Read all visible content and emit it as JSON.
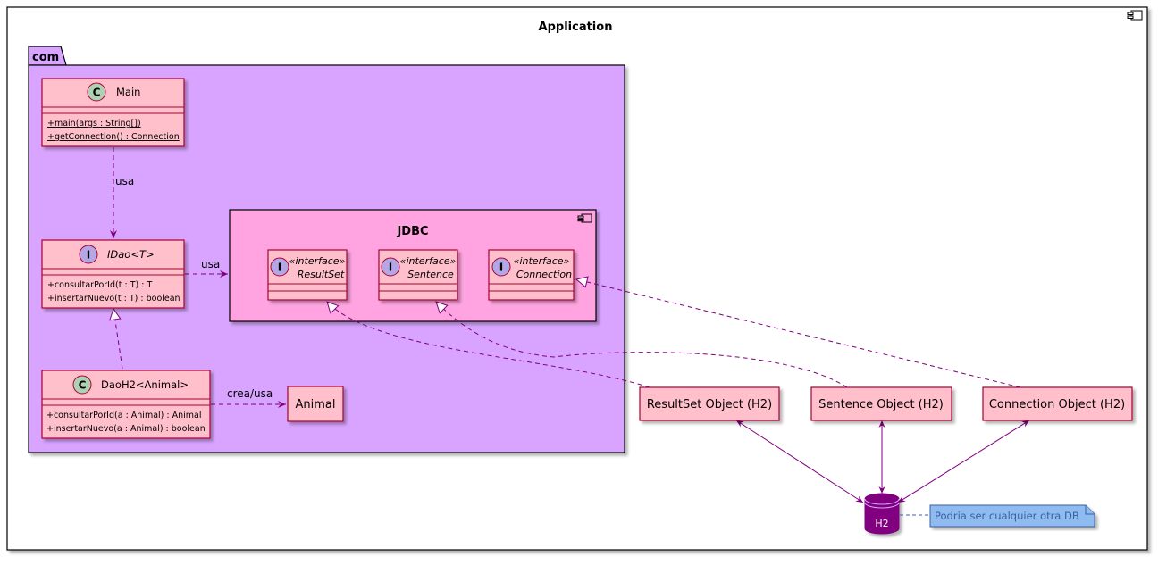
{
  "diagram": {
    "application": {
      "title": "Application",
      "icon": "component-icon"
    },
    "package": {
      "name": "com"
    },
    "jdbc": {
      "title": "JDBC",
      "icon": "component-icon"
    },
    "classes": {
      "main": {
        "name": "Main",
        "kind": "C",
        "methods": [
          "+main(args : String[])",
          "+getConnection() : Connection"
        ]
      },
      "idao": {
        "name": "IDao<T>",
        "kind": "I",
        "methods": [
          "+consultarPorId(t : T) : T",
          "+insertarNuevo(t : T) : boolean"
        ]
      },
      "daoh2": {
        "name": "DaoH2<Animal>",
        "kind": "C",
        "methods": [
          "+consultarPorId(a : Animal) : Animal",
          "+insertarNuevo(a : Animal) : boolean"
        ]
      }
    },
    "interfaces": [
      {
        "stereotype": "«interface»",
        "name": "ResultSet",
        "kind": "I"
      },
      {
        "stereotype": "«interface»",
        "name": "Sentence",
        "kind": "I"
      },
      {
        "stereotype": "«interface»",
        "name": "Connection",
        "kind": "I"
      }
    ],
    "animal": {
      "name": "Animal"
    },
    "objects": [
      {
        "name": "ResultSet Object (H2)"
      },
      {
        "name": "Sentence Object (H2)"
      },
      {
        "name": "Connection Object (H2)"
      }
    ],
    "database": {
      "name": "H2"
    },
    "note": {
      "text": "Podria ser cualquier otra DB"
    },
    "edges": {
      "main_idao": "usa",
      "idao_jdbc": "usa",
      "dao_animal": "crea/usa"
    },
    "colors": {
      "package_fill": "#d8a4ff",
      "jdbc_fill": "#ffa4e0",
      "class_fill": "#ffc0cb",
      "class_border": "#a80036",
      "arrow": "#800080",
      "db_fill": "#800080",
      "note_fill": "#8ebbf0",
      "circle_c": "#add1b2",
      "circle_i": "#b4a7e5"
    }
  }
}
